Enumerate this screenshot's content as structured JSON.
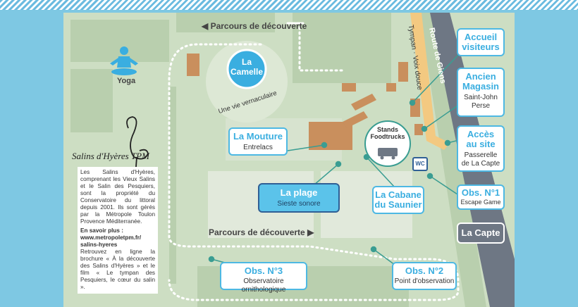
{
  "colors": {
    "accent": "#4db8e3",
    "map_bg": "#cddec3",
    "road": "#6e7784",
    "building": "#c98f5d",
    "path": "#ffffff"
  },
  "labels": {
    "parcours_top": "Parcours de découverte",
    "parcours_bottom": "Parcours de découverte",
    "yoga": "Yoga",
    "camelle_1": "La",
    "camelle_2": "Camelle",
    "camelle_arc": "Une vie vernaculaire",
    "tympan": "Tympan · Voix douce",
    "route": "Route de Giens",
    "stands_1": "Stands",
    "stands_2": "Foodtrucks",
    "wc": "WC",
    "logo_text": "Salins d'Hyères TPM"
  },
  "boxes": {
    "accueil": {
      "title_1": "Accueil",
      "title_2": "visiteurs"
    },
    "magasin": {
      "title_1": "Ancien",
      "title_2": "Magasin",
      "sub_1": "Saint-John",
      "sub_2": "Perse"
    },
    "acces": {
      "title_1": "Accès",
      "title_2": "au site",
      "sub_1": "Passerelle",
      "sub_2": "de La Capte"
    },
    "obs1": {
      "title": "Obs. N°1",
      "sub": "Escape Game"
    },
    "capte": {
      "title": "La Capte"
    },
    "mouture": {
      "title": "La Mouture",
      "sub": "Entrelacs"
    },
    "plage": {
      "title": "La plage",
      "sub": "Sieste sonore"
    },
    "cabane": {
      "title_1": "La Cabane",
      "title_2": "du Saunier"
    },
    "obs2": {
      "title": "Obs. N°2",
      "sub": "Point d'observation"
    },
    "obs3": {
      "title": "Obs. N°3",
      "sub": "Observatoire ornithologique"
    }
  },
  "info": {
    "body": "Les Salins d'Hyères, comprenant les Vieux Salins et le Salin des Pesquiers, sont la propriété du Conservatoire du littoral depuis 2001. Ils sont gérés par la Métropole Toulon Provence Méditerranée.",
    "more_heading": "En savoir plus :",
    "url_1": "www.metropoletpm.fr/",
    "url_2": "salins-hyeres",
    "more_body": "Retrouvez en ligne la brochure « À la découverte des Salins d'Hyères » et le film « Le tympan des Pesquiers, le cœur du salin »."
  }
}
